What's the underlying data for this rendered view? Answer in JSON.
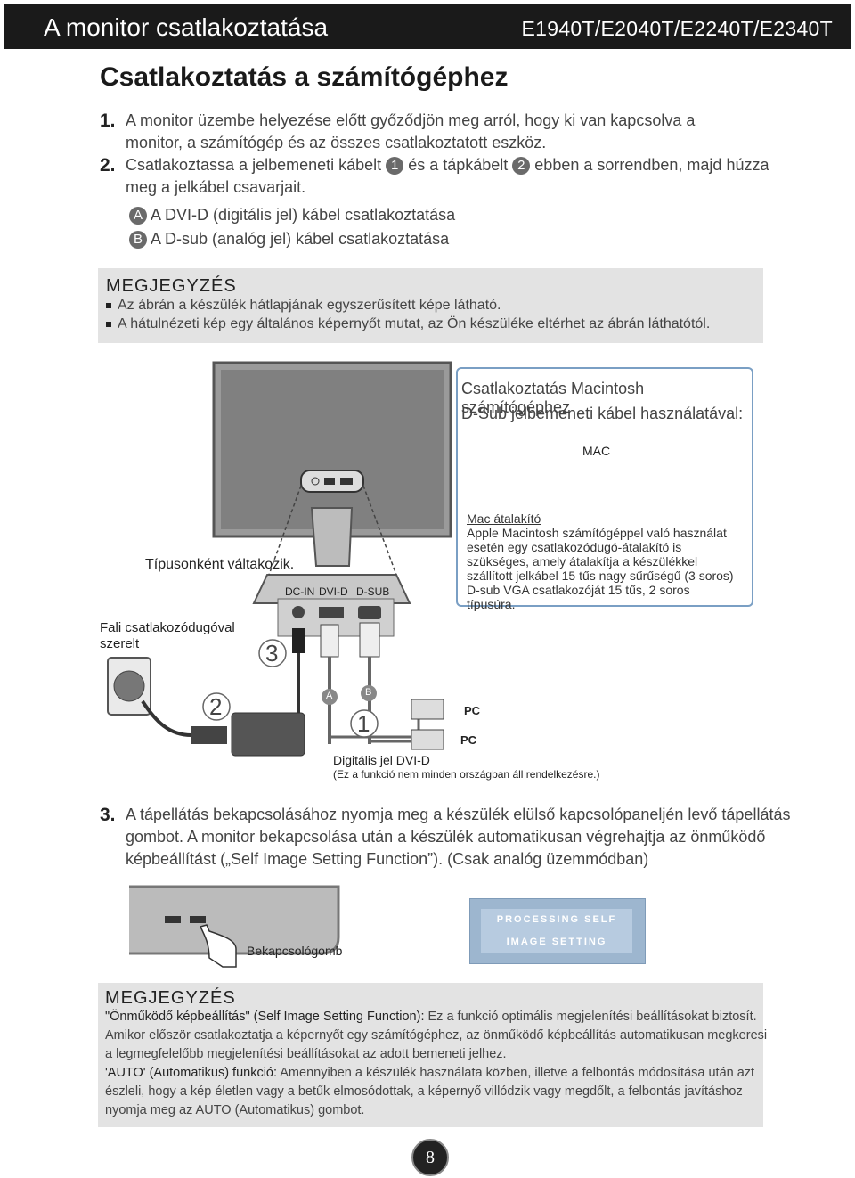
{
  "header": {
    "title": "A monitor csatlakoztatása",
    "models": "E1940T/E2040T/E2240T/E2340T"
  },
  "section_title": "Csatlakoztatás a számítógéphez",
  "steps": {
    "s1_num": "1.",
    "s1_line1": "A monitor üzembe helyezése előtt győződjön meg arról, hogy ki van kapcsolva a",
    "s1_line2": "monitor, a számítógép és az összes csatlakoztatott eszköz.",
    "s2_num": "2.",
    "s2_a": "Csatlakoztassa a jelbemeneti kábelt",
    "s2_c1": "1",
    "s2_b": "és a tápkábelt",
    "s2_c2": "2",
    "s2_c": "ebben a sorrendben, majd húzza",
    "s2_line2": "meg a jelkábel csavarjait.",
    "optA_badge": "A",
    "optA": "A DVI-D (digitális jel) kábel csatlakoztatása",
    "optB_badge": "B",
    "optB": "A D-sub (analóg jel) kábel csatlakoztatása"
  },
  "note1": {
    "heading": "MEGJEGYZÉS",
    "line1": "Az ábrán a készülék hátlapjának egyszerűsített képe látható.",
    "line2": "A hátulnézeti kép egy általános képernyőt mutat, az Ön készüléke eltérhet az ábrán láthatótól."
  },
  "diagram": {
    "varies": "Típusonként váltakozik.",
    "port_dcin": "DC-IN",
    "port_dvid": "DVI-D",
    "port_dsub": "D-SUB",
    "wall1": "Fali csatlakozódugóval",
    "wall2": "szerelt",
    "n3": "3",
    "n2": "2",
    "n1": "1",
    "cA": "A",
    "cB": "B",
    "pc1": "PC",
    "pc2": "PC",
    "digital1": "Digitális jel DVI-D",
    "digital2": "(Ez a funkció nem minden országban áll rendelkezésre.)",
    "mac_cap1": "Csatlakoztatás Macintosh számítógéphez",
    "mac_cap2": "D-Sub jelbemeneti kábel használatával:",
    "mac_label": "MAC",
    "mac_adapter_title": "Mac átalakító",
    "mac_adapter_1": "Apple Macintosh számítógéppel való használat",
    "mac_adapter_2": "esetén egy csatlakozódugó-átalakító is",
    "mac_adapter_3": "szükséges, amely átalakítja a készülékkel",
    "mac_adapter_4": "szállított jelkábel 15 tűs nagy sűrűségű (3 soros)",
    "mac_adapter_5": "D-sub VGA csatlakozóját 15 tűs, 2 soros",
    "mac_adapter_6": "típusúra."
  },
  "step3": {
    "num": "3.",
    "line1": "A tápellátás bekapcsolásához nyomja meg a készülék elülső kapcsolópaneljén levő tápellátás",
    "line2": "gombot. A monitor bekapcsolása után a készülék automatikusan végrehajtja az önműködő",
    "line3": "képbeállítást („Self Image Setting Function”). (Csak analóg üzemmódban)",
    "power_label": "Bekapcsológomb",
    "proc1": "PROCESSING SELF",
    "proc2": "IMAGE SETTING"
  },
  "note2": {
    "heading": "MEGJEGYZÉS",
    "p1_bold": "\"Önműködő képbeállítás\" (Self Image Setting Function):",
    "p1_rest": "Ez a funkció optimális megjelenítési beállításokat biztosít.",
    "p2": "Amikor először csatlakoztatja a képernyőt egy számítógéphez, az önműködő képbeállítás automatikusan megkeresi",
    "p3": "a legmegfelelőbb megjelenítési beállításokat az adott bemeneti jelhez.",
    "p4_bold": "'AUTO' (Automatikus) funkció:",
    "p4_rest": "Amennyiben a készülék használata közben, illetve a felbontás módosítása után azt",
    "p5": "észleli, hogy a kép életlen vagy a betűk elmosódottak, a képernyő villódzik vagy megdőlt, a felbontás javításhoz",
    "p6": "nyomja meg az AUTO (Automatikus) gombot."
  },
  "page_number": "8",
  "colors": {
    "header_bg": "#1a1a1a",
    "note_bg": "#e3e3e3",
    "mac_border": "#7a9fc4",
    "proc_bg": "#9db6cf"
  }
}
